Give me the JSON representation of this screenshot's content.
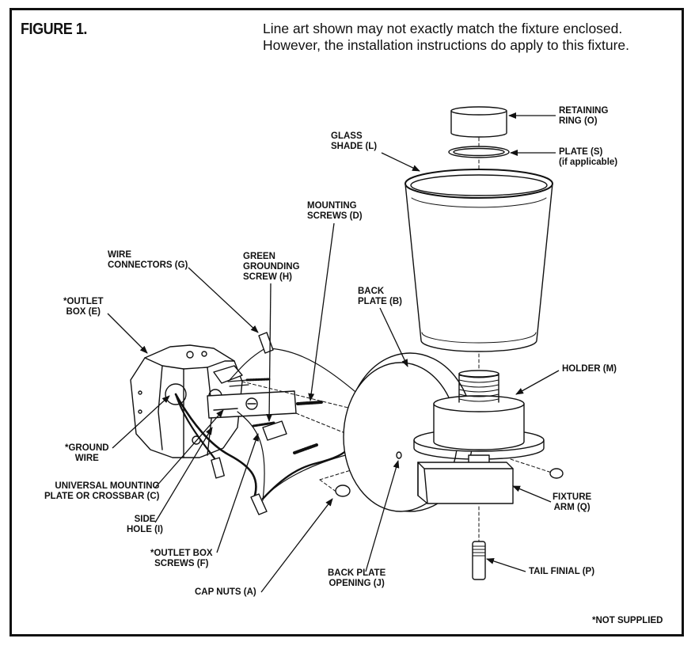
{
  "figure": {
    "title": "FIGURE 1.",
    "note": "Line art shown may not exactly match the fixture enclosed.\nHowever, the installation instructions do apply to this fixture.",
    "footer": "*NOT SUPPLIED"
  },
  "labels": {
    "retaining_ring": "RETAINING\nRING (O)",
    "glass_shade": "GLASS\nSHADE (L)",
    "plate": "PLATE (S)\n(if applicable)",
    "mounting_screws": "MOUNTING\nSCREWS (D)",
    "wire_connectors": "WIRE\nCONNECTORS (G)",
    "green_grounding_screw": "GREEN\nGROUNDING\nSCREW (H)",
    "outlet_box": "*OUTLET\nBOX (E)",
    "back_plate": "BACK\nPLATE (B)",
    "holder": "HOLDER (M)",
    "ground_wire": "*GROUND\nWIRE",
    "universal_mounting_plate": "UNIVERSAL MOUNTING\nPLATE OR CROSSBAR (C)",
    "side_hole": "SIDE\nHOLE (I)",
    "outlet_box_screws": "*OUTLET BOX\nSCREWS (F)",
    "cap_nuts": "CAP NUTS (A)",
    "back_plate_opening": "BACK PLATE\nOPENING (J)",
    "fixture_arm": "FIXTURE\nARM (Q)",
    "tail_finial": "TAIL FINIAL (P)"
  }
}
